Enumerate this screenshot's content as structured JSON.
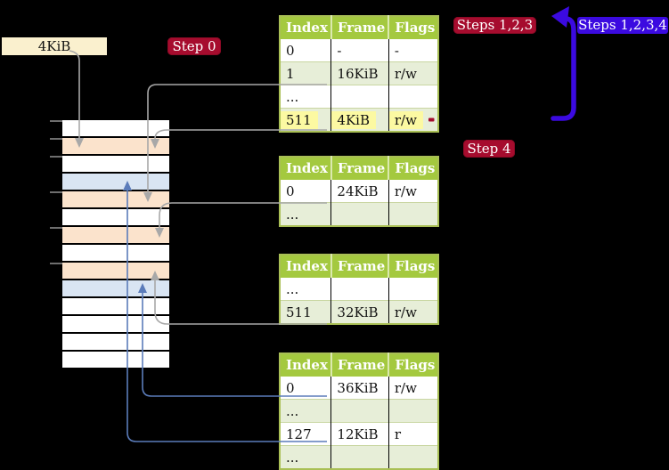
{
  "label_4kib": "4KiB",
  "badges": {
    "step0": "Step 0",
    "steps123": "Steps 1,2,3",
    "steps1234": "Steps 1,2,3,4",
    "step4": "Step 4"
  },
  "table_headers": [
    "Index",
    "Frame",
    "Flags"
  ],
  "tables": [
    {
      "rows": [
        [
          "0",
          "-",
          "-"
        ],
        [
          "1",
          "16KiB",
          "r/w"
        ],
        [
          "...",
          "",
          ""
        ],
        [
          "511",
          "4KiB",
          "r/w"
        ]
      ],
      "highlighted_row": 3
    },
    {
      "rows": [
        [
          "0",
          "24KiB",
          "r/w"
        ],
        [
          "...",
          "",
          ""
        ]
      ]
    },
    {
      "rows": [
        [
          "...",
          "",
          ""
        ],
        [
          "511",
          "32KiB",
          "r/w"
        ]
      ]
    },
    {
      "rows": [
        [
          "0",
          "36KiB",
          "r/w"
        ],
        [
          "...",
          "",
          ""
        ],
        [
          "127",
          "12KiB",
          "r"
        ],
        [
          "...",
          "",
          ""
        ]
      ]
    }
  ],
  "memory": {
    "row_colors": [
      "white",
      "peach",
      "white",
      "blue",
      "peach",
      "white",
      "peach",
      "white",
      "peach",
      "blue",
      "white",
      "white",
      "white",
      "white"
    ],
    "tick_ys": [
      135,
      155,
      175,
      215,
      255,
      295
    ]
  },
  "colors": {
    "background": "#000000",
    "table_header_green": "#a4c93f",
    "table_row_light_green": "#e7eed8",
    "table_border_green": "#a9bf55",
    "highlight_yellow": "#fcf9a2",
    "memory_peach": "#fbe3cc",
    "memory_blue": "#d9e5f3",
    "label_wheat": "#faf0ce",
    "badge_red": "#a60c2e",
    "badge_blue": "#3b0ae0",
    "arrow_gray": "#a8a8a8",
    "arrow_steel_blue": "#5b7cba",
    "arrow_indigo": "#3b0ae0"
  }
}
